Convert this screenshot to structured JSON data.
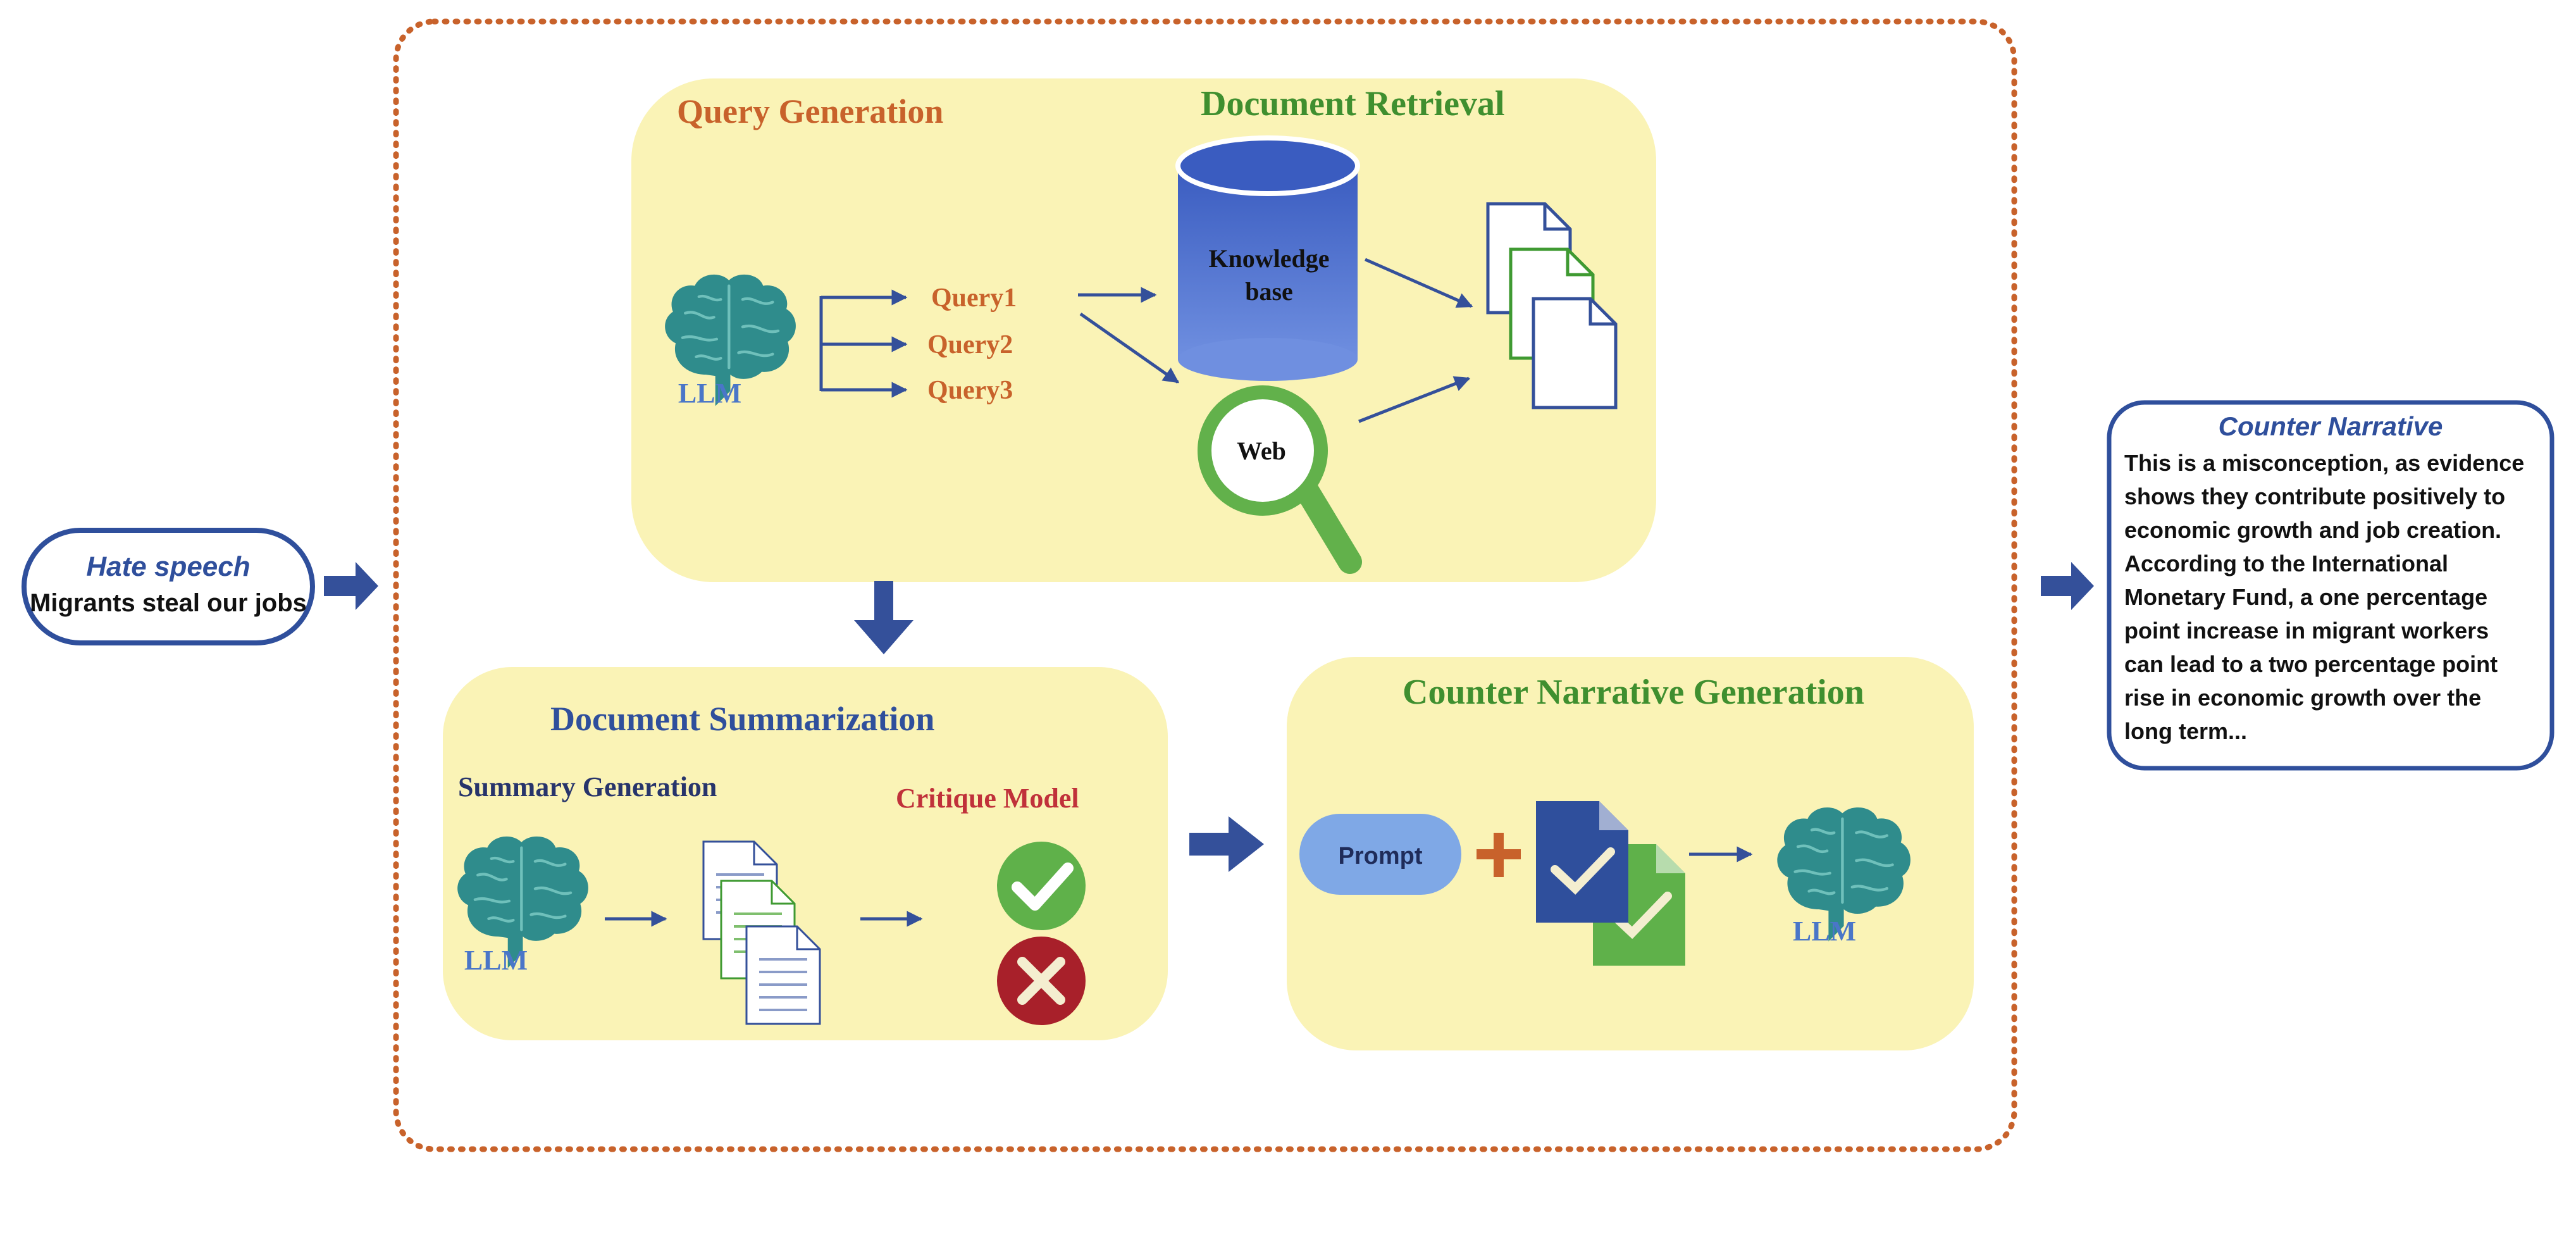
{
  "input": {
    "title": "Hate speech",
    "text": "Migrants steal our jobs"
  },
  "query_generation": {
    "title": "Query Generation",
    "model_label": "LLM",
    "queries": [
      "Query1",
      "Query2",
      "Query3"
    ]
  },
  "document_retrieval": {
    "title": "Document Retrieval",
    "knowledge_base_line1": "Knowledge",
    "knowledge_base_line2": "base",
    "web_label": "Web"
  },
  "document_summarization": {
    "title": "Document Summarization",
    "summary_title": "Summary Generation",
    "model_label": "LLM",
    "critique_title": "Critique Model"
  },
  "cn_generation": {
    "title": "Counter Narrative Generation",
    "prompt_label": "Prompt",
    "model_label": "LLM"
  },
  "output": {
    "title": "Counter Narrative",
    "lines": [
      "This is a misconception, as evidence",
      "shows they contribute positively to",
      "economic growth and job creation.",
      "According to the International",
      "Monetary Fund, a one percentage",
      "point increase in migrant workers",
      "can lead to a two percentage point",
      "rise in economic growth over the",
      "long term..."
    ]
  },
  "colors": {
    "panel_fill": "#faf3b6",
    "dotted_border": "#c8622b",
    "orange_title": "#c8622b",
    "green_title": "#3f8f2f",
    "blue_title": "#2f4f9c",
    "navy_text": "#27346b",
    "red_title": "#c0313a",
    "arrow_blue": "#34509a",
    "brain_teal": "#2f8c8c",
    "llm_blue": "#4a76c8",
    "cylinder_blue": "#3f62c4",
    "web_green": "#62b14b",
    "check_green": "#5fb14a",
    "cross_red": "#a8202a",
    "prompt_fill": "#7fa8e6"
  },
  "icons": [
    "brain-icon",
    "database-icon",
    "magnifier-icon",
    "document-icon",
    "check-icon",
    "cross-icon",
    "plus-icon",
    "arrow-icon"
  ]
}
